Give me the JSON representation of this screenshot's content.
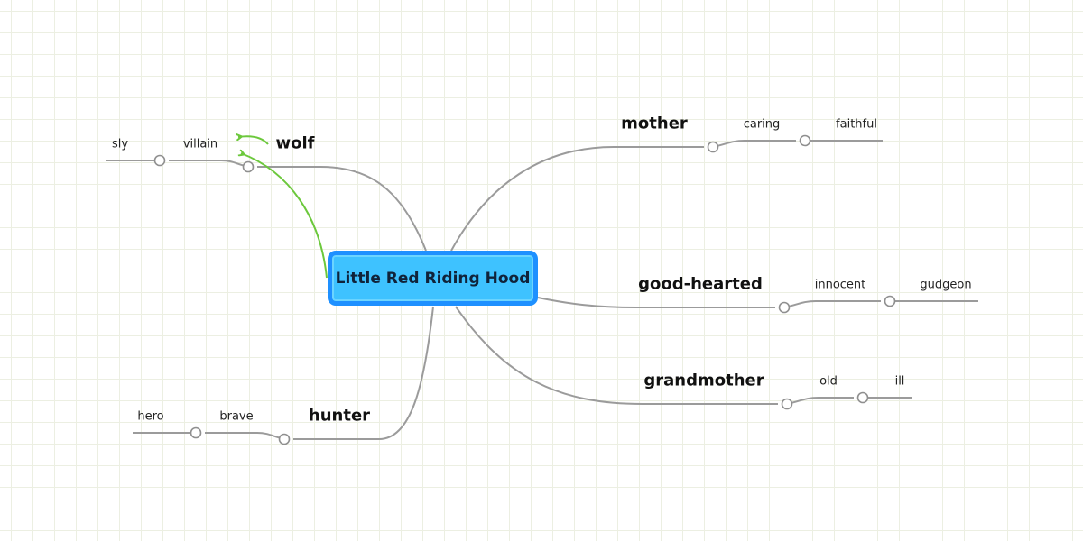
{
  "mindmap": {
    "central_topic": "Little Red Riding Hood",
    "branches": [
      {
        "label": "wolf",
        "subtopics": [
          "villain",
          "sly"
        ]
      },
      {
        "label": "hunter",
        "subtopics": [
          "brave",
          "hero"
        ]
      },
      {
        "label": "mother",
        "subtopics": [
          "caring",
          "faithful"
        ]
      },
      {
        "label": "good-hearted",
        "subtopics": [
          "innocent",
          "gudgeon"
        ]
      },
      {
        "label": "grandmother",
        "subtopics": [
          "old",
          "ill"
        ]
      }
    ],
    "relationship_color": "#6cc83c",
    "central_fill": "#3ec2ff",
    "central_border": "#1e90ff",
    "line_color": "#9b9b9b"
  }
}
